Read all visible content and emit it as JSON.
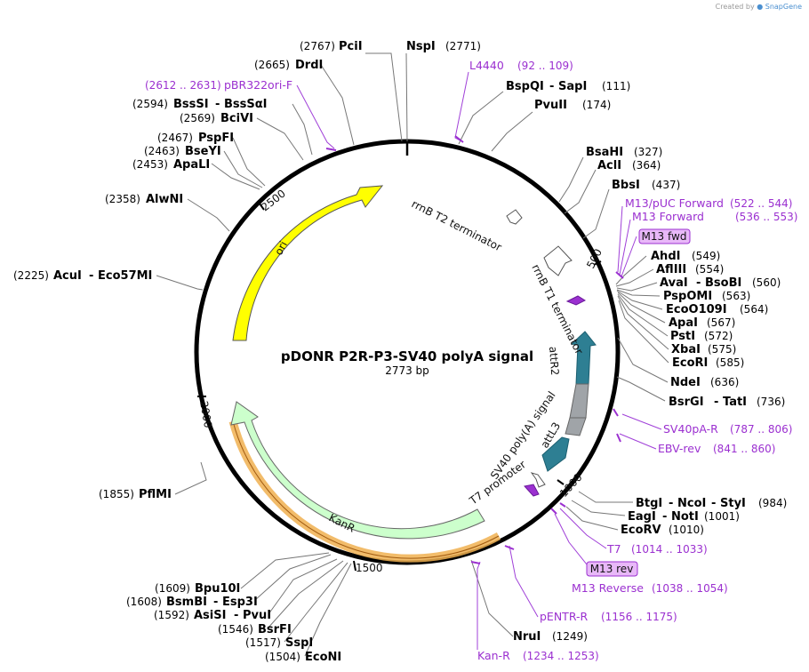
{
  "credit": {
    "prefix": "Created by",
    "brand": "SnapGene"
  },
  "map": {
    "name": "pDONR P2R-P3-SV40 polyA signal",
    "size_label": "2773 bp",
    "ticks": [
      "500",
      "1000",
      "1500",
      "2000",
      "2500"
    ]
  },
  "sites": [
    {
      "name": "PciI",
      "pos": "(2767)"
    },
    {
      "name": "NspI",
      "pos": "(2771)"
    },
    {
      "name": "BspQI",
      "name2": "SapI",
      "pos": "(111)"
    },
    {
      "name": "PvuII",
      "pos": "(174)"
    },
    {
      "name": "BsaHI",
      "pos": "(327)"
    },
    {
      "name": "AclI",
      "pos": "(364)"
    },
    {
      "name": "BbsI",
      "pos": "(437)"
    },
    {
      "name": "AhdI",
      "pos": "(549)"
    },
    {
      "name": "AflIII",
      "pos": "(554)"
    },
    {
      "name": "AvaI",
      "name2": "BsoBI",
      "pos": "(560)"
    },
    {
      "name": "PspOMI",
      "pos": "(563)"
    },
    {
      "name": "EcoO109I",
      "pos": "(564)"
    },
    {
      "name": "ApaI",
      "pos": "(567)"
    },
    {
      "name": "PstI",
      "pos": "(572)"
    },
    {
      "name": "XbaI",
      "pos": "(575)"
    },
    {
      "name": "EcoRI",
      "pos": "(585)"
    },
    {
      "name": "NdeI",
      "pos": "(636)"
    },
    {
      "name": "BsrGI",
      "name2": "TatI",
      "pos": "(736)"
    },
    {
      "name": "BtgI",
      "name2": "NcoI",
      "name3": "StyI",
      "pos": "(984)"
    },
    {
      "name": "EagI",
      "name2": "NotI",
      "pos": "(1001)"
    },
    {
      "name": "EcoRV",
      "pos": "(1010)"
    },
    {
      "name": "NruI",
      "pos": "(1249)"
    },
    {
      "name": "EcoNI",
      "pos": "(1504)"
    },
    {
      "name": "SspI",
      "pos": "(1517)"
    },
    {
      "name": "BsrFI",
      "pos": "(1546)"
    },
    {
      "name": "AsiSI",
      "name2": "PvuI",
      "pos": "(1592)"
    },
    {
      "name": "BsmBI",
      "name2": "Esp3I",
      "pos": "(1608)"
    },
    {
      "name": "Bpu10I",
      "pos": "(1609)"
    },
    {
      "name": "PflMI",
      "pos": "(1855)"
    },
    {
      "name": "AcuI",
      "name2": "Eco57MI",
      "pos": "(2225)"
    },
    {
      "name": "AlwNI",
      "pos": "(2358)"
    },
    {
      "name": "ApaLI",
      "pos": "(2453)"
    },
    {
      "name": "BseYI",
      "pos": "(2463)"
    },
    {
      "name": "PspFI",
      "pos": "(2467)"
    },
    {
      "name": "BciVI",
      "pos": "(2569)"
    },
    {
      "name": "BssSI",
      "name2": "BssSαI",
      "pos": "(2594)"
    },
    {
      "name": "DrdI",
      "pos": "(2665)"
    }
  ],
  "primers": [
    {
      "name": "L4440",
      "range": "(92 .. 109)"
    },
    {
      "name": "M13/pUC Forward",
      "range": "(522 .. 544)"
    },
    {
      "name": "M13 Forward",
      "range": "(536 .. 553)"
    },
    {
      "name": "SV40pA-R",
      "range": "(787 .. 806)"
    },
    {
      "name": "EBV-rev",
      "range": "(841 .. 860)"
    },
    {
      "name": "T7",
      "range": "(1014 .. 1033)"
    },
    {
      "name": "M13 Reverse",
      "range": "(1038 .. 1054)"
    },
    {
      "name": "pENTR-R",
      "range": "(1156 .. 1175)"
    },
    {
      "name": "Kan-R",
      "range": "(1234 .. 1253)"
    },
    {
      "name": "pBR322ori-F",
      "range": "(2612 .. 2631)"
    }
  ],
  "boxed": [
    "M13 fwd",
    "M13 rev"
  ],
  "features": {
    "rrnb_t2": "rrnB T2 terminator",
    "rrnb_t1": "rrnB T1 terminator",
    "attr2": "attR2",
    "attl3": "attL3",
    "sv40": "SV40 poly(A) signal",
    "t7": "T7 promoter",
    "ori": "ori",
    "kanr": "KanR"
  },
  "colors": {
    "ori": "#ffff00",
    "kanr": "#ccffcc",
    "att": "#2e7f93",
    "ccdb_gray": "#a0a4a8",
    "primer": "#9b30d0",
    "kanr_halo": "#f0b050"
  }
}
